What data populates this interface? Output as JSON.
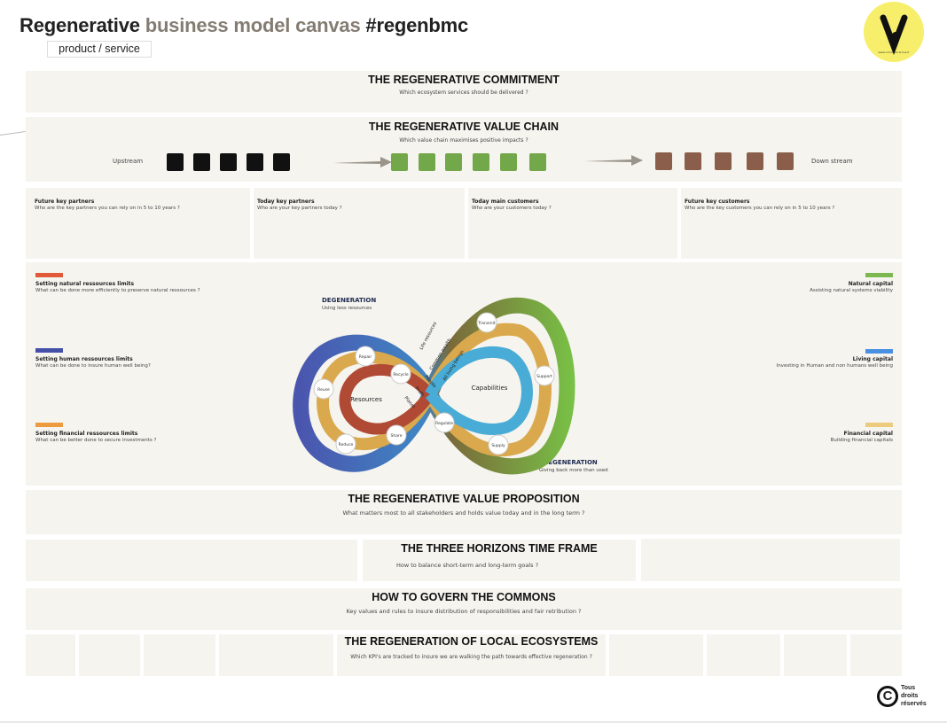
{
  "header": {
    "title_part1": "Regenerative",
    "title_part2": "business model canvas",
    "title_part3": "#regenbmc",
    "subtitle": "product / service"
  },
  "logo": {
    "text": "LE COLLECTIF DE LA TRANSITION ÉCOLOGIQUE",
    "url_text": "www.comment-arrive.fr",
    "color": "#f7ef6b"
  },
  "commitment": {
    "title": "THE REGENERATIVE COMMITMENT",
    "question": "Which ecosystem services should be delivered ?"
  },
  "value_chain": {
    "title": "THE REGENERATIVE VALUE CHAIN",
    "question": "Which value chain maximises positive impacts ?",
    "upstream": "Upstream",
    "downstream": "Down stream",
    "colors": {
      "upstream": "#111111",
      "middle": "#72a84a",
      "downstream": "#8a5e4a"
    }
  },
  "partners": [
    {
      "title": "Future key partners",
      "question": "Who are the key partners you can rely on in 5 to 10 years ?"
    },
    {
      "title": "Today key partners",
      "question": "Who are your key partners today ?"
    },
    {
      "title": "Today main customers",
      "question": "Who are your customers today ?"
    },
    {
      "title": "Future key customers",
      "question": "Who are the key customers you can rely on in 5 to 10 years ?"
    }
  ],
  "limits": [
    {
      "title": "Setting natural ressources limits",
      "question": "What can be done more efficiently to preserve natural ressources ?",
      "color": "#e05a3a"
    },
    {
      "title": "Setting human ressources limits",
      "question": "What can be done to insure human well being?",
      "color": "#4450a8"
    },
    {
      "title": "Setting financial ressources limits",
      "question": "What can be better done to secure investments ?",
      "color": "#ee9a3e"
    }
  ],
  "capitals": [
    {
      "title": "Natural capital",
      "question": "Assisting natural systems viability",
      "color": "#7cb84e"
    },
    {
      "title": "Living capital",
      "question": "Investing in Human and non humans well being",
      "color": "#4a90e0"
    },
    {
      "title": "Financial capital",
      "question": "Building financial capitals",
      "color": "#ebcb7c"
    }
  ],
  "diagram": {
    "degeneration": {
      "title": "DEGENERATION",
      "subtitle": "Using less resources"
    },
    "regeneration": {
      "title": "REGENERATION",
      "subtitle": "Giving back more than used"
    },
    "left_center": "Resources",
    "right_center": "Capabilities",
    "nodes": [
      "Repair",
      "Recycle",
      "Reuse",
      "Share",
      "Reduce",
      "Transmit",
      "Support",
      "Regulate",
      "Supply"
    ],
    "band_labels": [
      "Life resources",
      "Common wealth",
      "All living beings",
      "People",
      "Profit",
      "Planet"
    ]
  },
  "value_proposition": {
    "title": "THE REGENERATIVE VALUE PROPOSITION",
    "question": "What matters most to all stakeholders and holds value today and in the long term ?"
  },
  "horizons": {
    "title": "THE THREE HORIZONS TIME FRAME",
    "question": "How to balance short-term and long-term goals ?"
  },
  "commons": {
    "title": "HOW TO GOVERN THE COMMONS",
    "question": "Key values and rules  to insure distribution of responsibilities and fair retribution ?"
  },
  "ecosystems": {
    "title": "THE REGENERATION OF LOCAL ECOSYSTEMS",
    "question": "Which KPI's are tracked to insure we are walking the path towards effective regeneration ?"
  },
  "copyright": {
    "line1": "Tous",
    "line2": "droits",
    "line3": "réservés"
  }
}
